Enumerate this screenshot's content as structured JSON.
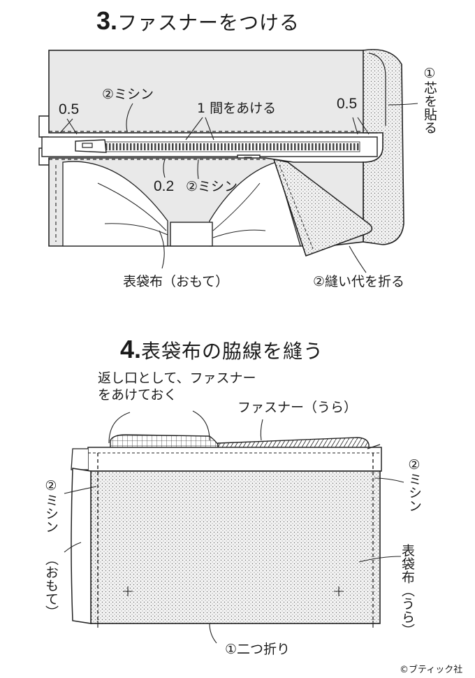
{
  "step3": {
    "number": "3.",
    "title": "ファスナーをつける",
    "labels": {
      "margin_left": "0.5",
      "margin_right": "0.5",
      "sew_top": "②ミシン",
      "gap": "1 間をあける",
      "margin_bottom": "0.2",
      "sew_bottom": "②ミシン",
      "interfacing": "①芯を貼る",
      "outer_fabric": "表袋布（おもて）",
      "fold_allowance": "②縫い代を折る"
    }
  },
  "step4": {
    "number": "4.",
    "title": "表袋布の脇線を縫う",
    "labels": {
      "opening_line1": "返し口として、ファスナー",
      "opening_line2": "をあけておく",
      "zipper_back": "ファスナー（うら）",
      "sew_left": "②ミシン",
      "front_side": "（おもて）",
      "sew_right": "②ミシン",
      "outer_fabric_back": "表袋布（うら）",
      "fold_two": "①二つ折り"
    }
  },
  "credit": "©ブティック社"
}
